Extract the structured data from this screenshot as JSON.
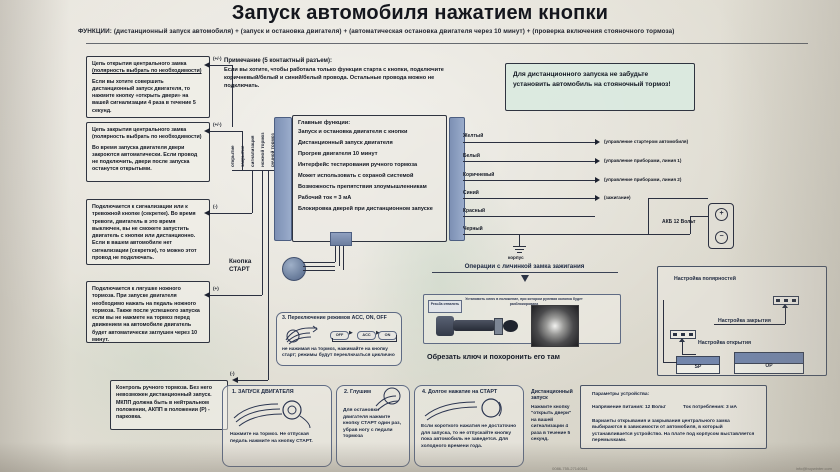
{
  "page": {
    "title": "Запуск автомобиля нажатием кнопки",
    "functions_label": "ФУНКЦИИ:",
    "functions_text": "(дистанционный запуск автомобиля) + (запуск и остановка двигателя) + (автоматическая остановка двигателя через 10 минут) + (проверка включения стояночного тормоза)"
  },
  "left_boxes": [
    {
      "id": "lock-open",
      "title": "Цепь открытия центрального замка",
      "subtitle": "(полярность выбрать по необходимости)",
      "body": "Если вы хотите совершить дистанционный запуск двигателя, то нажмите кнопку «открыть двери» на вашей сигнализации 4 раза в течение 5 секунд.",
      "connector": "(+/-)"
    },
    {
      "id": "lock-close",
      "title": "Цепь закрытия центрального замка",
      "subtitle": "(полярность выбрать по необходимости)",
      "body": "Во время запуска двигателя двери закроются автоматически. Если провод не подключить, двери после запуска останутся открытыми.",
      "connector": "(+/-)"
    },
    {
      "id": "alarm",
      "title": "",
      "subtitle": "",
      "body": "Подключается к сигнализации или к тревожной кнопке (секретке). Во время тревоги, двигатель в это время выключен, вы не сможете запустить двигатель с кнопки или дистанционно. Если в вашем автомобиле нет сигнализации (секретки), то можно этот провод не подключать.",
      "connector": "(-)"
    },
    {
      "id": "brake",
      "title": "",
      "subtitle": "",
      "body": "Подключается к лягушке ножного тормоза. При запуске двигателя необходимо нажать на педаль ножного тормоза. Также после успешного запуска если вы не нажмете на тормоз перед движением на автомобиле двигатель будет автоматически заглушен через 10 минут.",
      "connector": "(+)"
    },
    {
      "id": "handbrake",
      "title": "",
      "subtitle": "",
      "body": "Контроль ручного тормоза. Без него невозможен дистанционный запуск. МКПП должна быть в нейтральном положении, АКПП в положении (P) - парковка.",
      "connector": "(-)"
    }
  ],
  "note": {
    "heading": "Примечание (5 контактный разъем):",
    "body": "Если вы хотите, чтобы работала только функция старта с кнопки, подключите коричневый/белый и синий/белый провода. Остальные провода можно не подключать."
  },
  "warning_green": {
    "text": "Для дистанционного запуска не забудьте установить автомобиль на стояночный тормоз!"
  },
  "main_functions": {
    "heading": "Главные функции:",
    "items": [
      "Запуск и остановка двигателя с кнопки",
      "Дистанционный запуск двигателя",
      "Прогрев двигателя 10 минут",
      "Интерфейс тестирования ручного тормоза",
      "Может использовать с охраной системой",
      "Возможность препятствия злоумышленникам",
      "Рабочий ток = 3 мА",
      "Блокировка дверей при дистанционном запуске"
    ]
  },
  "left_wire_labels": [
    "открытие",
    "закрытие",
    "сигнализация",
    "ножной тормоз",
    "ручной тормоз"
  ],
  "right_wires": [
    {
      "color_name": "Желтый",
      "destination": "(управление стартером автомобиля)"
    },
    {
      "color_name": "Белый",
      "destination": "(управление приборами, линия 1)"
    },
    {
      "color_name": "Коричневый",
      "destination": "(управление приборами, линия 2)"
    },
    {
      "color_name": "Синий",
      "destination": "(управление приборами, линия 2)"
    },
    {
      "color_name": "Красный",
      "destination": "(зажигание)"
    },
    {
      "color_name": "Черный",
      "destination": ""
    }
  ],
  "ground_label": "корпус",
  "battery": {
    "label": "АКБ 12 Вольт",
    "plus": "+",
    "minus": "−"
  },
  "start_button": {
    "label_line1": "Кнопка",
    "label_line2": "СТАРТ"
  },
  "acc_block": {
    "title": "3. Переключение режимов ACC, ON, OFF",
    "modes": [
      "OFF",
      "ACC",
      "ON"
    ],
    "mode_arrow": "▶",
    "caption": "не нажимая на тормоз, нажимайте на кнопку старт; режимы будут переключаться циклично"
  },
  "ignition_block": {
    "title": "Операции с личинкой замка зажигания",
    "inner_note": "Установить ключ в положение, при котором рулевая колонка будет разблокирована",
    "resistor_label": "Резьба отпилить",
    "caption": "Обрезать ключ и похоронить его там"
  },
  "settings_panel": {
    "title": "Настройка полярностей",
    "close_label": "Настройка закрытия",
    "open_label": "Настройка открытия",
    "buttons": [
      "SP",
      "OP"
    ]
  },
  "steps": [
    {
      "num_title": "1. ЗАПУСК ДВИГАТЕЛЯ",
      "body": "Нажмите на тормоз. Не отпуская педаль нажмите на кнопку СТАРТ."
    },
    {
      "num_title": "2. Глушим",
      "body": "Для остановки двигателя нажмите кнопку СТАРТ один раз, убрав ногу с педали тормоза"
    },
    {
      "num_title": "4. Долгое нажатие на СТАРТ",
      "body": "Если короткого нажатия не достаточно для запуска, то не отпускайте кнопку пока автомобиль не заведется. Для холодного времени года."
    }
  ],
  "remote_start": {
    "title": "Дистанционный запуск",
    "body": "Нажмите кнопку \"открыть двери\" на вашей сигнализации 4 раза в течение 5 секунд."
  },
  "params": {
    "title": "Параметры устройства:",
    "voltage_label": "Напряжение питания: 12 Вольт",
    "current_label": "Ток потребления: 3 мА",
    "note": "Варианты открывания и закрывания центрального замка выбираются в зависимости от автомобиля, в который устанавливается устройство. На плате под корпусом выставляется перемычками."
  },
  "footer": {
    "left": "",
    "center": "0086-755-27140511",
    "right": "info@buywinter.com"
  },
  "colors": {
    "paper": "#e5e2d9",
    "ink": "#1b1f2b",
    "green_box": "#dae9e0",
    "module_blue": "#8a9cbd"
  }
}
